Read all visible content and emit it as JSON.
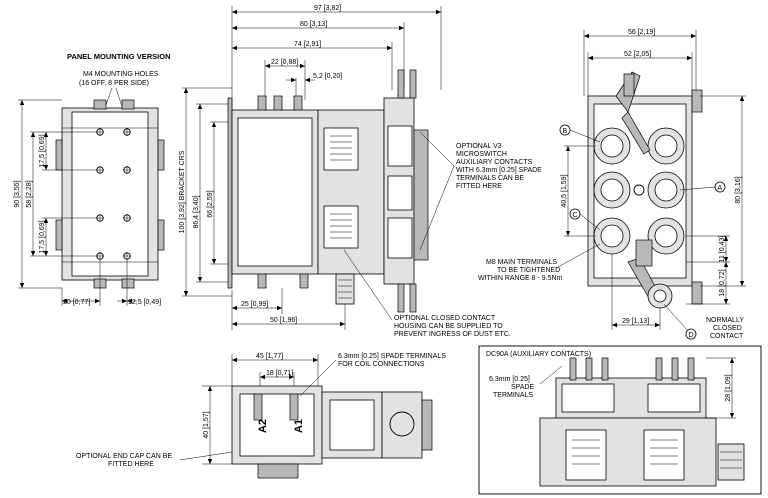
{
  "panel_title": "PANEL MOUNTING VERSION",
  "notes": {
    "mounting_holes": [
      "M4 MOUNTING HOLES",
      "(16 OFF, 8 PER SIDE)"
    ],
    "v3_microswitch": [
      "OPTIONAL V3",
      "MICROSWITCH",
      "AUXILIARY CONTACTS",
      "WITH 6.3mm [0.25] SPADE",
      "TERMINALS CAN BE",
      "FITTED HERE"
    ],
    "closed_housing": [
      "OPTIONAL CLOSED CONTACT",
      "HOUSING CAN BE SUPPLIED TO",
      "PREVENT INGRESS OF DUST ETC."
    ],
    "main_terminals": [
      "M8 MAIN TERMINALS",
      "TO BE TIGHTENED",
      "WITHIN RANGE 8 - 9.5Nm"
    ],
    "normally_closed": [
      "NORMALLY",
      "CLOSED",
      "CONTACT"
    ],
    "spade_coil": [
      "6.3mm [0.25] SPADE TERMINALS",
      "FOR COIL CONNECTIONS"
    ],
    "end_cap": [
      "OPTIONAL END CAP CAN BE",
      "FITTED HERE"
    ],
    "aux_spade": [
      "6.3mm [0.25]",
      "SPADE",
      "TERMINALS"
    ]
  },
  "aux_box_title": "DC90A (AUXILIARY CONTACTS)",
  "dimensions": {
    "d97": "97 [3,82]",
    "d80w": "80 [3,13]",
    "d74": "74 [2,91]",
    "d22": "22 [0,88]",
    "d52s": "5,2 [0,20]",
    "d100": "100 [3,92] BRACKET CRS",
    "d864": "86,4 [3,40]",
    "d66": "66 [2,59]",
    "d25": "25 [0,99]",
    "d50": "50 [1,96]",
    "d90": "90 [3,55]",
    "d58": "58 [2,28]",
    "d175a": "17,5 [0,69]",
    "d175b": "17,5 [0,69]",
    "d20": "20 [0,77]",
    "d125": "12,5 [0,49]",
    "d56": "56 [2,19]",
    "d52": "52 [2,05]",
    "d405": "40,5 [1,59]",
    "d80h": "80 [3,16]",
    "d11": "11 [0,43]",
    "d18r": "18 [0,72]",
    "d29": "29 [1,13]",
    "d45": "45 [1,77]",
    "d18": "18 [0,71]",
    "d40": "40 [1,57]",
    "d28": "28 [1,09]"
  },
  "markers": [
    "A",
    "B",
    "C",
    "D"
  ],
  "coil_labels": [
    "A2",
    "A1"
  ]
}
